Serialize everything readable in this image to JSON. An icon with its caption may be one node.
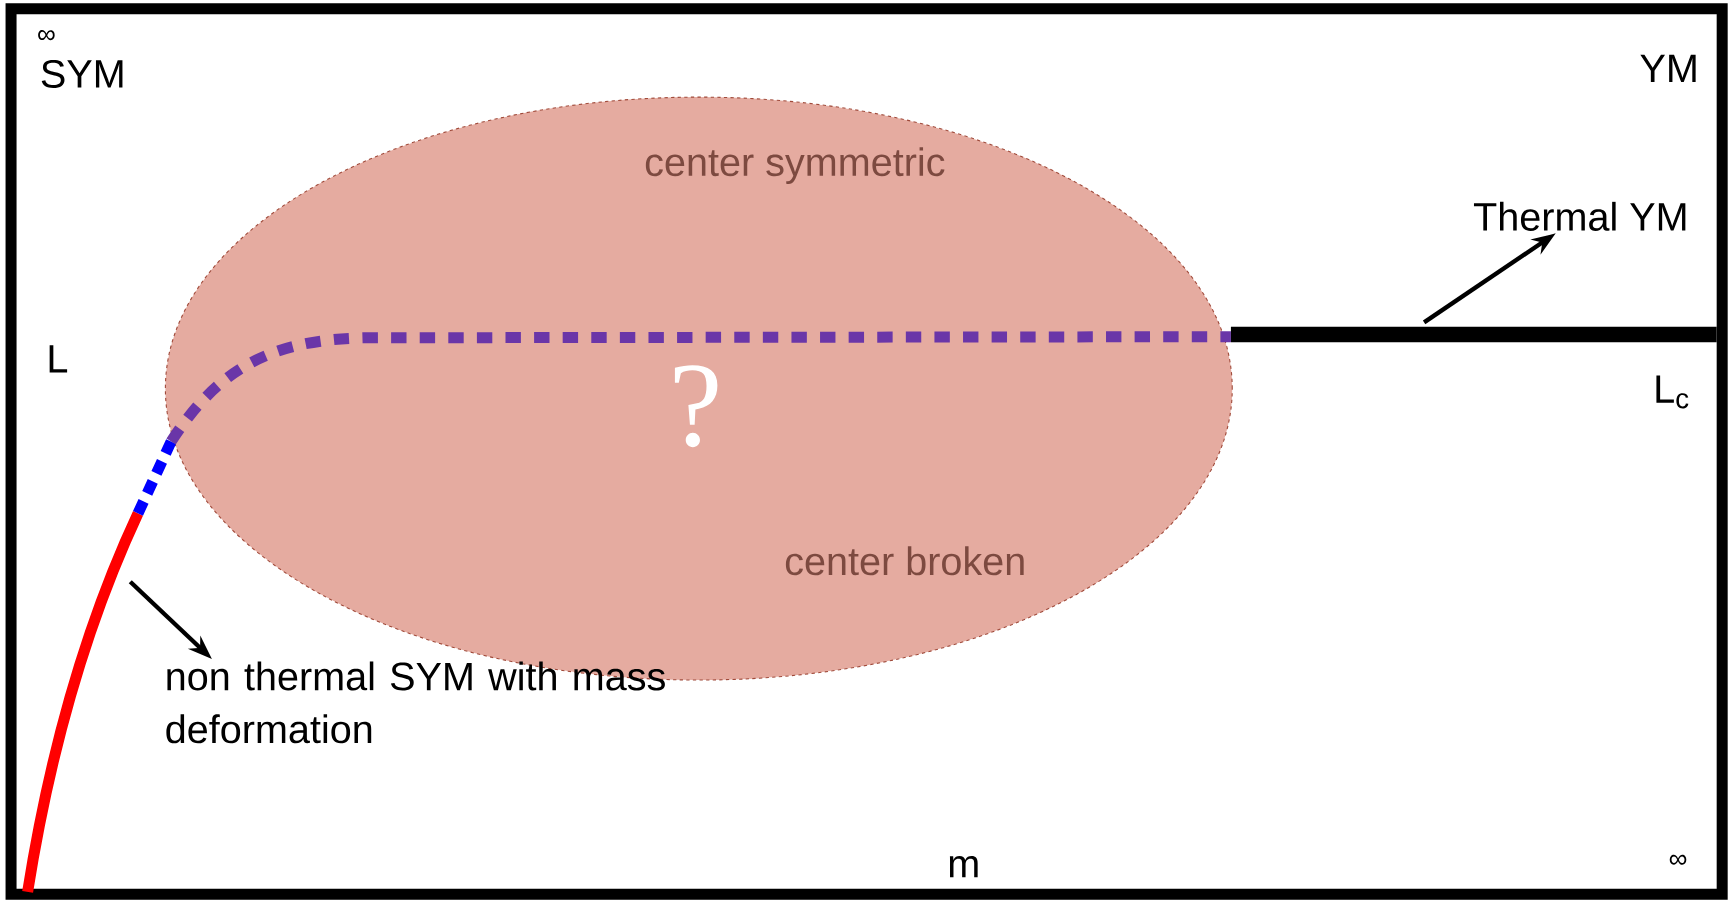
{
  "diagram": {
    "nodes": [
      {
        "text": [
          "center symmetric",
          "?",
          "center broken"
        ]
      },
      {
        "text": [
          "Thermal YM"
        ]
      },
      {
        "text": [
          "non thermal SYM with mass deformation"
        ]
      }
    ],
    "edges": [
      {
        "from": null,
        "to": 1,
        "arrow": "to"
      },
      {
        "from": null,
        "to": 2,
        "arrow": "to"
      }
    ],
    "labels": [
      "∞",
      "SYM",
      "YM",
      "L",
      "L$_{c}$",
      "m",
      "∞"
    ]
  }
}
